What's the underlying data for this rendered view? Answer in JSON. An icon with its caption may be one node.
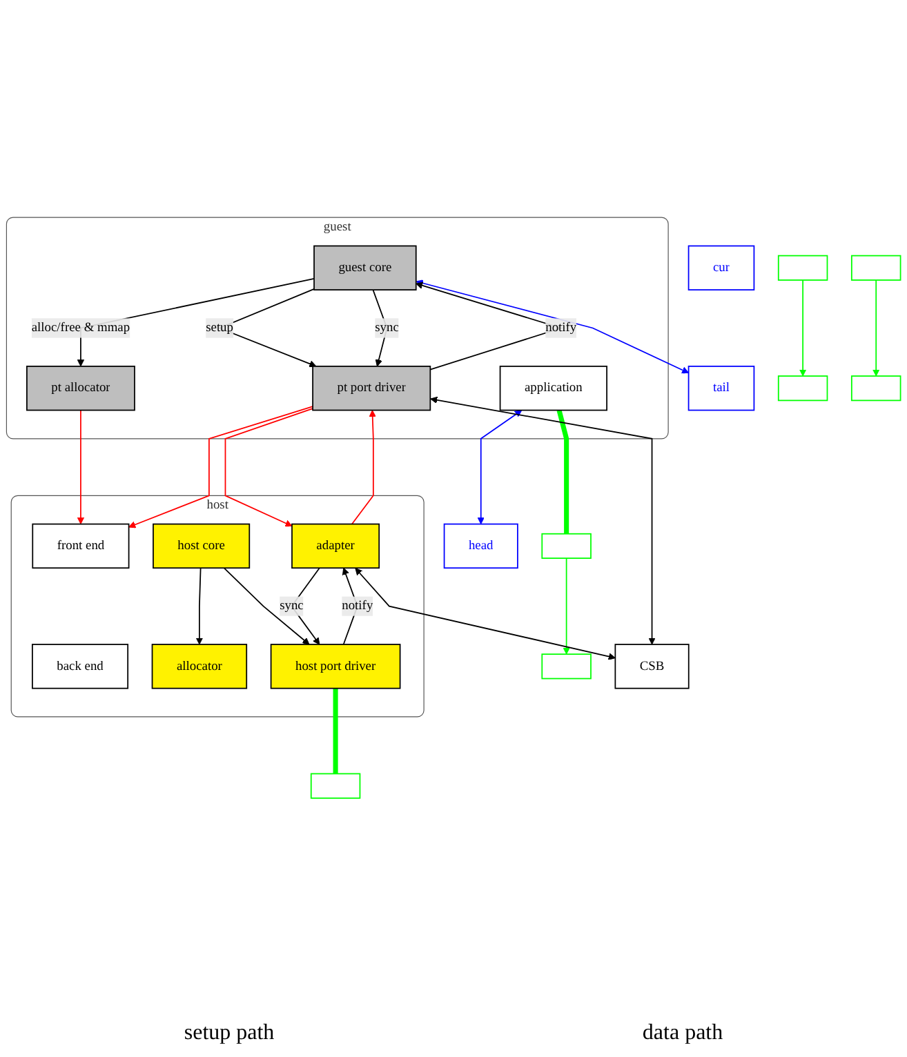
{
  "diagram": {
    "nodes": [
      {
        "text": [
          "guest"
        ]
      },
      {
        "text": [
          "application"
        ],
        "in": 0
      },
      {
        "text": [
          "guest core"
        ],
        "in": 0
      },
      {
        "text": [
          "pt allocator"
        ],
        "in": 0
      },
      {
        "text": [
          "pt port driver"
        ],
        "in": 0
      },
      {
        "text": [
          "host"
        ]
      },
      {
        "text": [
          "front end"
        ],
        "in": 5
      },
      {
        "text": [
          "back end"
        ],
        "in": 5
      },
      {
        "text": [
          "host core"
        ],
        "in": 5
      },
      {
        "text": [
          "adapter"
        ],
        "in": 5
      },
      {
        "text": [
          "allocator"
        ],
        "in": 5
      },
      {
        "text": [
          "host port driver"
        ],
        "in": 5
      },
      {
        "text": [
          "head"
        ]
      },
      {
        "text": [
          "cur"
        ]
      },
      {
        "text": [
          "tail"
        ]
      },
      {
        "text": [],
        "shape": "box"
      },
      {
        "text": [],
        "shape": "box"
      },
      {
        "text": [],
        "shape": "box"
      },
      {
        "text": [],
        "shape": "box"
      },
      {
        "text": [],
        "shape": "box"
      },
      {
        "text": [],
        "shape": "box"
      },
      {
        "text": [],
        "shape": "box"
      },
      {
        "text": [
          "CSB"
        ]
      }
    ],
    "edges": [
      {
        "from": 1,
        "to": 12,
        "arrow": "both",
        "color": "#0000ff"
      },
      {
        "from": 2,
        "to": 14,
        "arrow": "both",
        "color": "#0000ff"
      },
      {
        "from": 1,
        "to": 15,
        "arrow": "none",
        "style": "thick",
        "color": "#00ff00"
      },
      {
        "from": 11,
        "to": 17,
        "arrow": "none",
        "style": "thick",
        "color": "#00ff00"
      },
      {
        "from": 15,
        "to": 19,
        "arrow": "to",
        "color": "#00ff00"
      },
      {
        "from": 16,
        "to": 20,
        "arrow": "to",
        "color": "#00ff00"
      },
      {
        "from": 18,
        "to": 21,
        "arrow": "to",
        "color": "#00ff00"
      },
      {
        "from": 2,
        "to": 3,
        "label": "alloc/free & mmap",
        "arrow": "to"
      },
      {
        "from": 2,
        "to": 4,
        "label": "setup",
        "arrow": "to"
      },
      {
        "from": 2,
        "to": 4,
        "label": "sync",
        "arrow": "to"
      },
      {
        "from": 4,
        "to": 2,
        "label": "notify",
        "arrow": "to"
      },
      {
        "from": 4,
        "to": 22,
        "arrow": "both"
      },
      {
        "from": 9,
        "to": 22,
        "arrow": "both"
      },
      {
        "from": 3,
        "to": 6,
        "arrow": "to",
        "color": "#ff0000"
      },
      {
        "from": 4,
        "to": 6,
        "arrow": "to",
        "color": "#ff0000"
      },
      {
        "from": 4,
        "to": 9,
        "arrow": "to",
        "color": "#ff0000"
      },
      {
        "from": 9,
        "to": 4,
        "arrow": "to",
        "color": "#ff0000"
      },
      {
        "from": 8,
        "to": 10,
        "arrow": "to"
      },
      {
        "from": 8,
        "to": 11,
        "arrow": "to"
      },
      {
        "from": 9,
        "to": 11,
        "label": "sync",
        "arrow": "to"
      },
      {
        "from": 11,
        "to": 9,
        "label": "notify",
        "arrow": "to"
      }
    ],
    "labels": [
      "setup path",
      "data path"
    ]
  }
}
